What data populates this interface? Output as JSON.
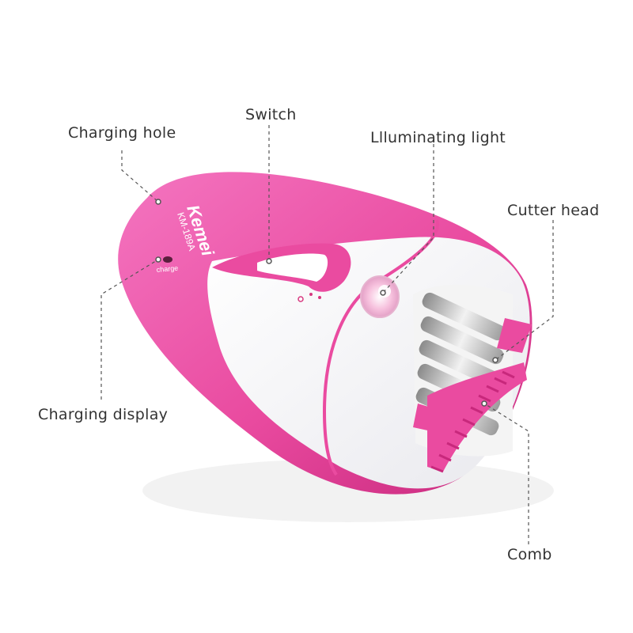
{
  "product": {
    "brand": "Kemei",
    "model": "KM-189A",
    "port_text": "charge",
    "colors": {
      "pink": "#ea4ba0",
      "pink_dark": "#c8287c",
      "white": "#ffffff",
      "metal": "#c9c9c9"
    }
  },
  "callouts": {
    "charging_hole": "Charging hole",
    "switch": "Switch",
    "illuminating_light": "Llluminating light",
    "cutter_head": "Cutter head",
    "charging_display": "Charging display",
    "comb": "Comb"
  }
}
